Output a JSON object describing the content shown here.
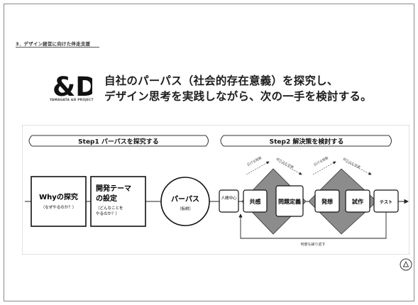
{
  "section": {
    "label": "3．デザイン経営に向けた伴走支援"
  },
  "logo": {
    "mark": "&D",
    "name": "YAMAGATA &D PROJECT"
  },
  "headline": {
    "line1": "自社のパーパス（社会的存在意義）を探究し、",
    "line2": "デザイン思考を実践しながら、次の一手を検討する。"
  },
  "steps": {
    "step1": "Step1 パーパスを探究する",
    "step2": "Step2 解決策を検討する"
  },
  "boxes": {
    "why": {
      "title": "Whyの探究",
      "sub": "（なぜやるのか？）"
    },
    "theme": {
      "title1": "開発テーマ",
      "title2": "の設定",
      "sub1": "（どんなことを",
      "sub2": "やるのか？）"
    },
    "purpose": {
      "title": "パーパス",
      "sub": "（仮説）"
    }
  },
  "flow": {
    "nodes": [
      "人間中心",
      "共感",
      "問題定義",
      "発想",
      "試作",
      "テスト"
    ],
    "arc_labels": [
      "広げる発散",
      "絞り込む収束",
      "広げる発散",
      "絞り込む収束"
    ],
    "loop_label": "何度も繰り返す"
  },
  "colors": {
    "accent_gray": "#8c8c8c",
    "line": "#222222"
  }
}
